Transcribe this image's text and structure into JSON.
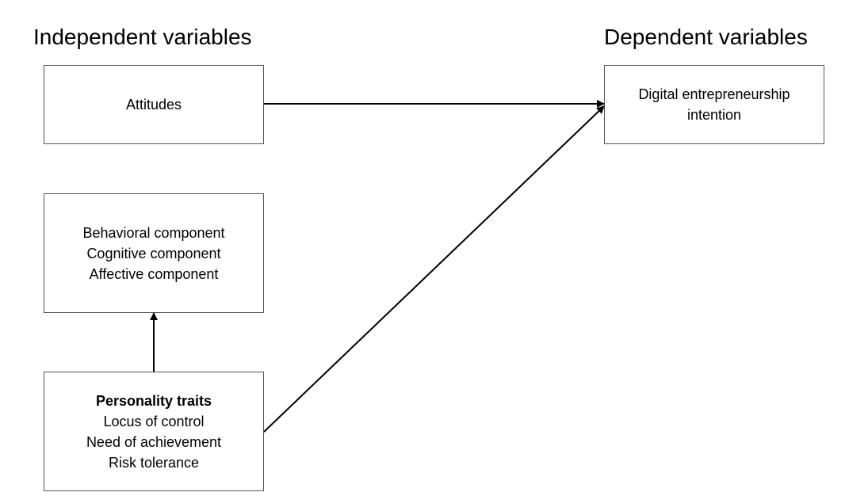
{
  "headings": {
    "independent": "Independent variables",
    "dependent": "Dependent variables"
  },
  "boxes": {
    "attitudes": {
      "label": "Attitudes"
    },
    "components": {
      "lines": [
        "Behavioral component",
        "Cognitive component",
        "Affective component"
      ]
    },
    "personality": {
      "title": "Personality traits",
      "lines": [
        "Locus of control",
        "Need of achievement",
        "Risk tolerance"
      ]
    },
    "intention": {
      "lines": [
        "Digital entrepreneurship",
        "intention"
      ]
    }
  },
  "arrows": [
    {
      "from": "attitudes",
      "to": "intention"
    },
    {
      "from": "personality",
      "to": "intention"
    },
    {
      "from": "personality",
      "to": "components"
    }
  ],
  "colors": {
    "line": "#000000",
    "box_border": "#555555"
  }
}
